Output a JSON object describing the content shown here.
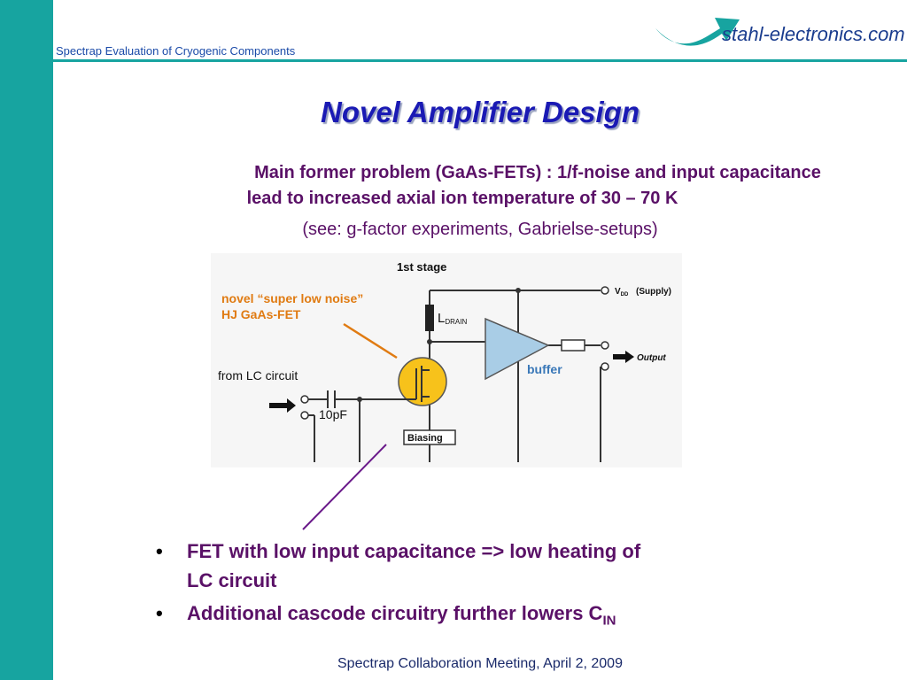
{
  "header": {
    "title": "Spectrap Evaluation of Cryogenic Components",
    "logo_text": "stahl-electronics.com"
  },
  "slide": {
    "title": "Novel Amplifier Design",
    "subtitle_line1": "Main former problem (GaAs-FETs) : 1/f-noise and input capacitance",
    "subtitle_line2": "lead to increased axial ion temperature of 30 – 70 K",
    "subtitle_note": "(see: g-factor experiments, Gabrielse-setups)"
  },
  "diagram": {
    "stage_label": "1st stage",
    "fet_label_line1": "novel “super low noise”",
    "fet_label_line2": "HJ GaAs-FET",
    "inductor_label_main": "L",
    "inductor_label_sub": "DRAIN",
    "vdd_main": "V",
    "vdd_sub": "DD",
    "vdd_label": "(Supply)",
    "buffer_label": "buffer",
    "output_label": "Output",
    "input_label": "from LC circuit",
    "capacitor_label": "10pF",
    "biasing_label": "Biasing",
    "colors": {
      "fet_fill": "#f7c21b",
      "buffer_fill": "#a9cde6",
      "annotation": "#e07b12"
    }
  },
  "bullets": [
    {
      "line1": "FET with low input capacitance => low heating of",
      "line2": "LC circuit"
    },
    {
      "text": "Additional cascode circuitry further lowers C",
      "sub": "IN"
    }
  ],
  "footer": {
    "text": "Spectrap Collaboration Meeting, April 2, 2009"
  }
}
